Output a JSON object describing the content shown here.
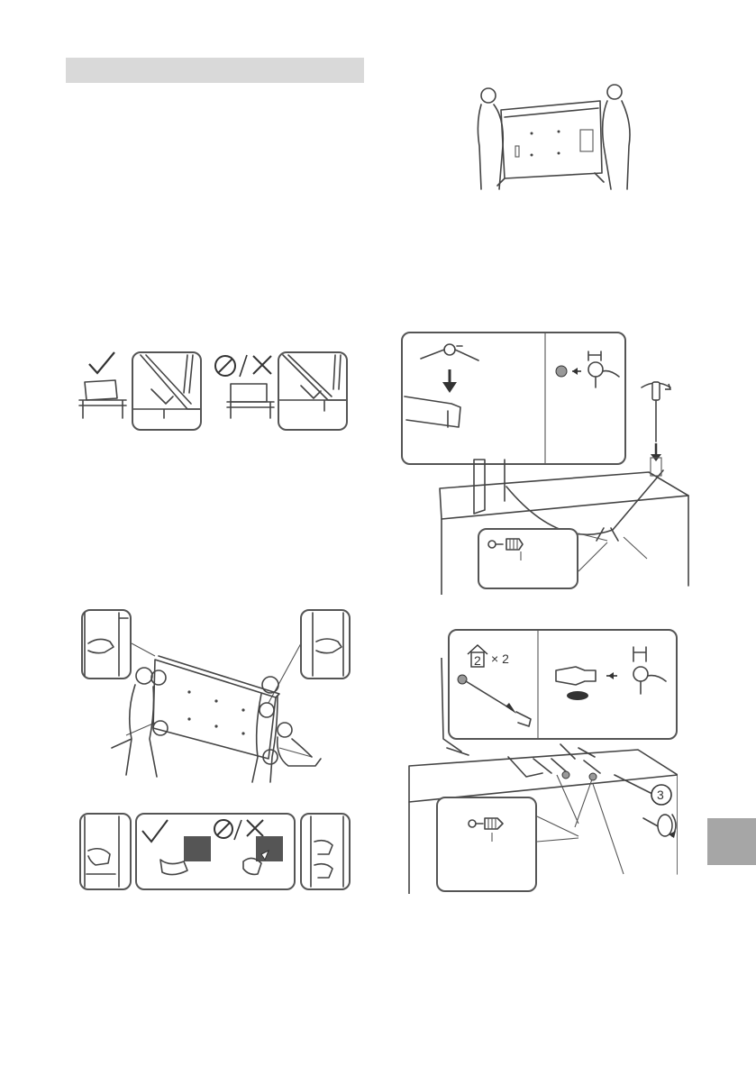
{
  "header": {
    "bar_color": "#d9d9d9"
  },
  "side_tab": {
    "color": "#a6a6a6"
  },
  "callouts": {
    "screws_badge_number": "2",
    "screws_badge_multiplier": "× 2",
    "step_number": "3"
  },
  "icons": {
    "check": "check-icon",
    "prohibit": "prohibited-icon",
    "cross": "cross-icon",
    "screwdriver": "screwdriver-icon",
    "rotate": "rotate-arrow-icon"
  }
}
